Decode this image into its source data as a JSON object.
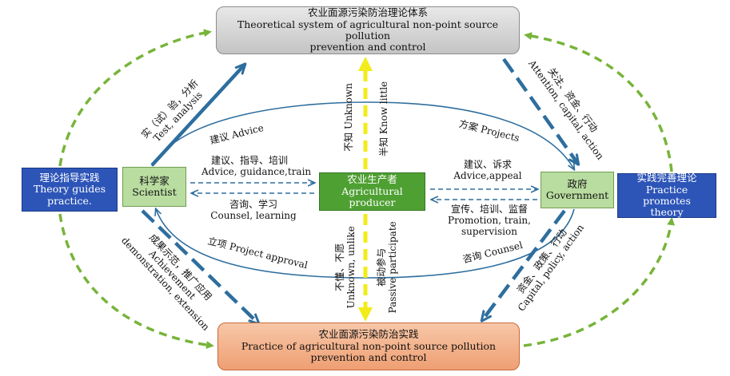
{
  "boxes": {
    "theory": {
      "zh": "农业面源污染防治理论体系",
      "en1": "Theoretical system of agricultural non-point source pollution",
      "en2": "prevention and control"
    },
    "practice": {
      "zh": "农业面源污染防治实践",
      "en1": "Practice of agricultural non-point source pollution",
      "en2": "prevention and control"
    },
    "scientist": {
      "zh": "科学家",
      "en": "Scientist"
    },
    "producer": {
      "zh": "农业生产者",
      "en": "Agricultural producer"
    },
    "government": {
      "zh": "政府",
      "en": "Government"
    },
    "theory_guides": {
      "zh": "理论指导实践",
      "en": "Theory guides practice."
    },
    "practice_promotes": {
      "zh": "实践完善理论",
      "en": "Practice promotes theory"
    }
  },
  "labels": {
    "test_analysis": {
      "zh": "实（试）验，分析",
      "en": "Test, analysis"
    },
    "advice_top": "建议 Advice",
    "projects": "方案 Projects",
    "sci_to_producer": {
      "zh": "建议、指导、培训",
      "en": "Advice, guidance,train"
    },
    "producer_to_sci": {
      "zh": "咨询、学习",
      "en": "Counsel, learning"
    },
    "advice_appeal": {
      "zh": "建议、诉求",
      "en": "Advice,appeal"
    },
    "promotion": {
      "zh": "宣传、培训、监督",
      "en1": "Promotion, train,",
      "en2": "supervision"
    },
    "project_approval": "立项 Project approval",
    "counsel": "咨询 Counsel",
    "unknown": "不知 Unknown",
    "know_little": "半知 Know little",
    "unlike": {
      "zh": "不懂、不愿",
      "en": "Unknown, unlike"
    },
    "passive": {
      "zh": "被动参与",
      "en": "Passive participate"
    },
    "attention": {
      "zh": "关注、资金、行动",
      "en": "Attention, capital, action"
    },
    "achievement": {
      "zh": "成果示范，推广应用",
      "en1": "Achievement",
      "en2": "demonstration, extension"
    },
    "capital_policy": {
      "zh": "资金、政策、行动",
      "en": "Capital, policy, action"
    }
  },
  "colors": {
    "green_dashed": "#77b43a",
    "blue_arrow": "#2e6e9e",
    "yellow_arrow": "#f2ec1a",
    "ellipse": "#2e6e9e"
  }
}
